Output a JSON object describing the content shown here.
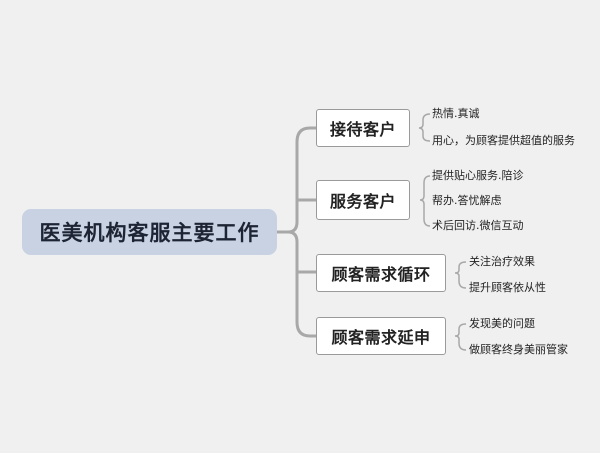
{
  "root": {
    "label": "医美机构客服主要工作"
  },
  "branches": [
    {
      "label": "接待客户",
      "items": [
        "热情.真诚",
        "用心，为顾客提供超值的服务"
      ]
    },
    {
      "label": "服务客户",
      "items": [
        "提供贴心服务.陪诊",
        "帮办.答忧解虑",
        "术后回访.微信互动"
      ]
    },
    {
      "label": "顾客需求循环",
      "items": [
        "关注治疗效果",
        "提升顾客依从性"
      ]
    },
    {
      "label": "顾客需求延申",
      "items": [
        "发现美的问题",
        "做顾客终身美丽管家"
      ]
    }
  ],
  "colors": {
    "background": "#f0f0f0",
    "root_fill": "#c8d2e2",
    "connector": "#a8a8a8",
    "branch_border": "#9a9a9a"
  }
}
